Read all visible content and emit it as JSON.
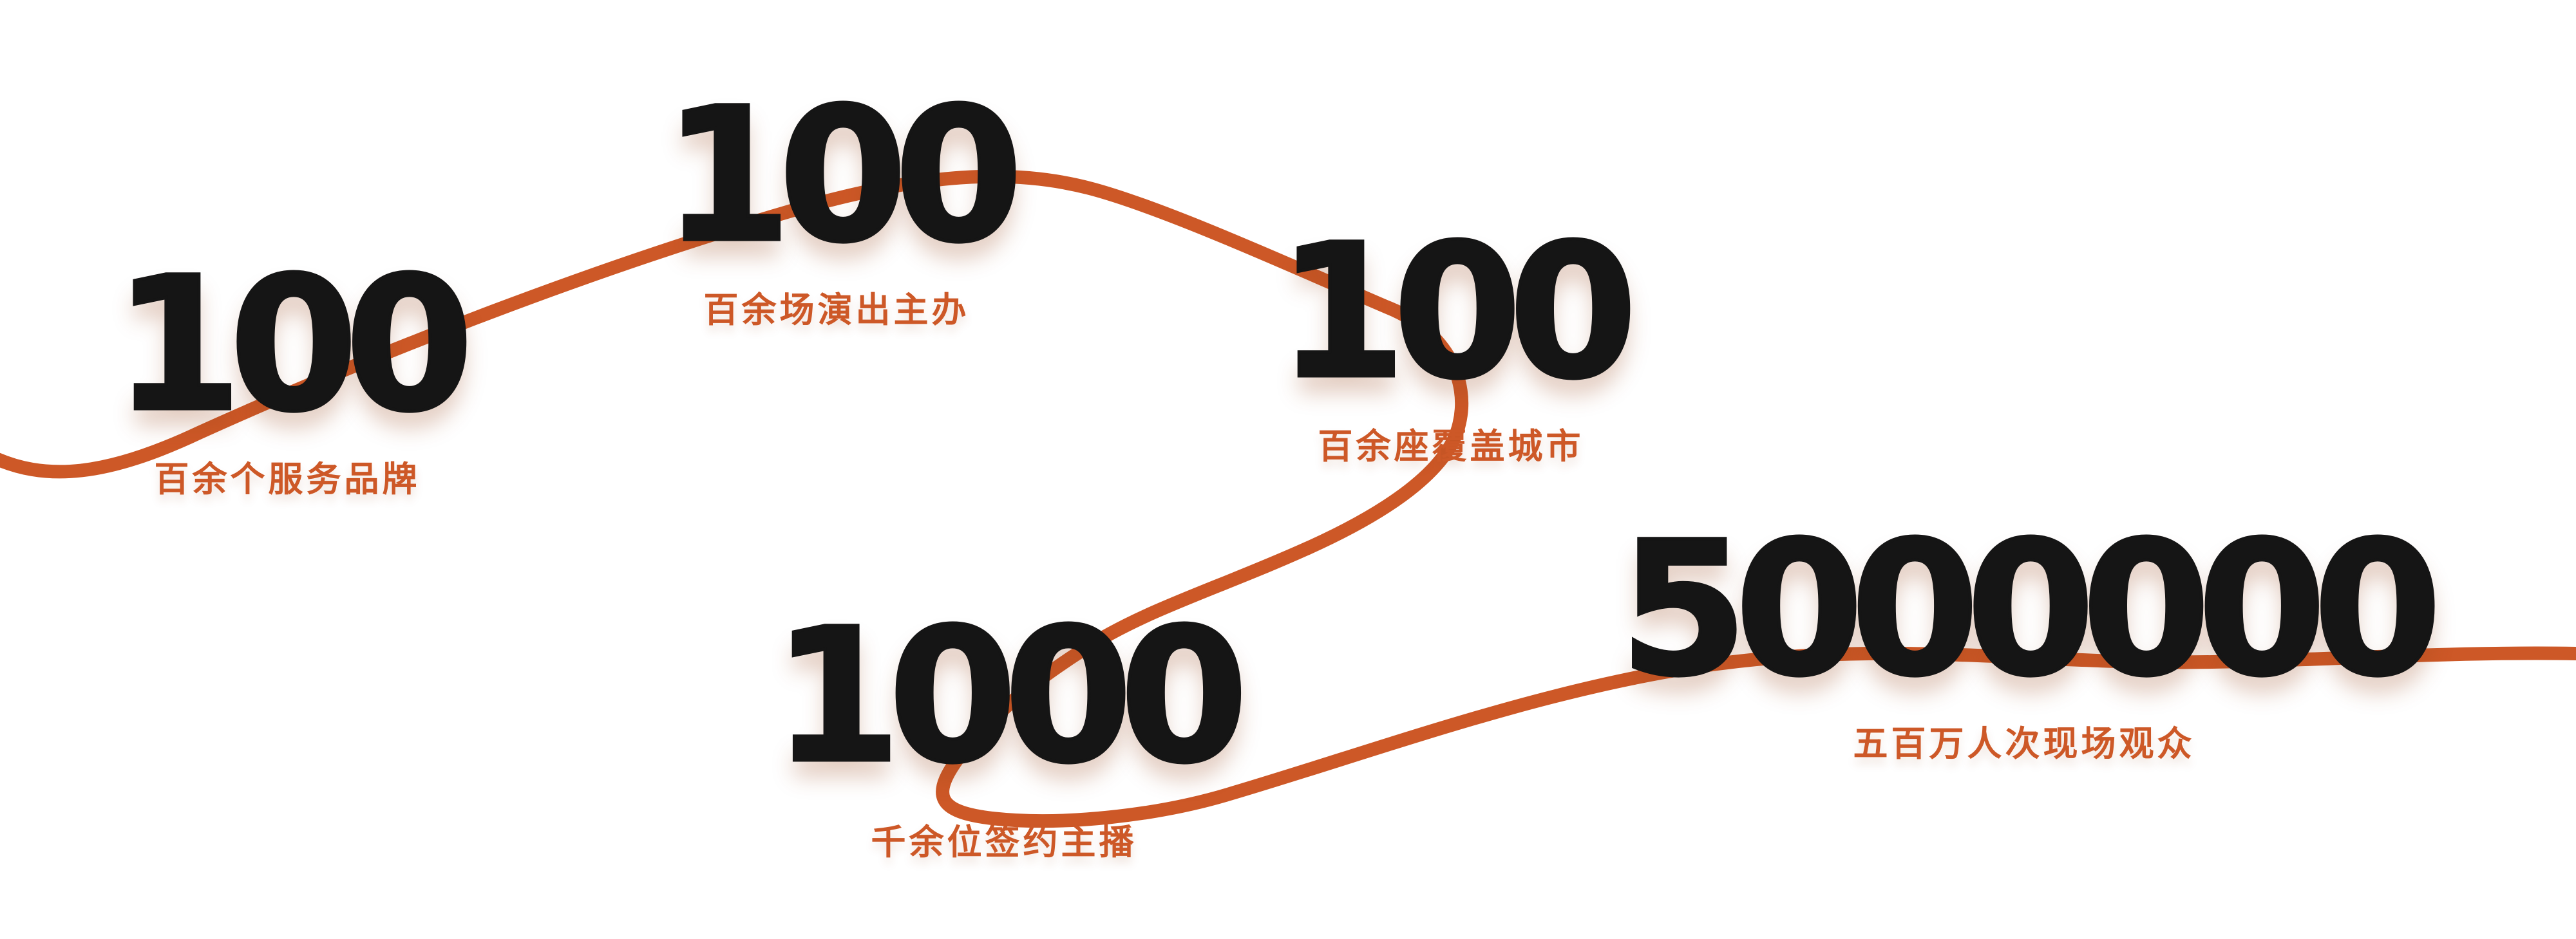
{
  "page": {
    "background_color": "#ffffff",
    "description_line": "milestone path infographic"
  },
  "theme": {
    "accent_orange": "#cd5827",
    "number_black": "#151515"
  },
  "stats": [
    {
      "value": "100",
      "label": "百余个服务品牌"
    },
    {
      "value": "100",
      "label": "百余场演出主办"
    },
    {
      "value": "100",
      "label": "百余座覆盖城市"
    },
    {
      "value": "1000",
      "label": "千余位签约主播"
    },
    {
      "value": "5000000",
      "label": "五百万人次现场观众"
    }
  ]
}
